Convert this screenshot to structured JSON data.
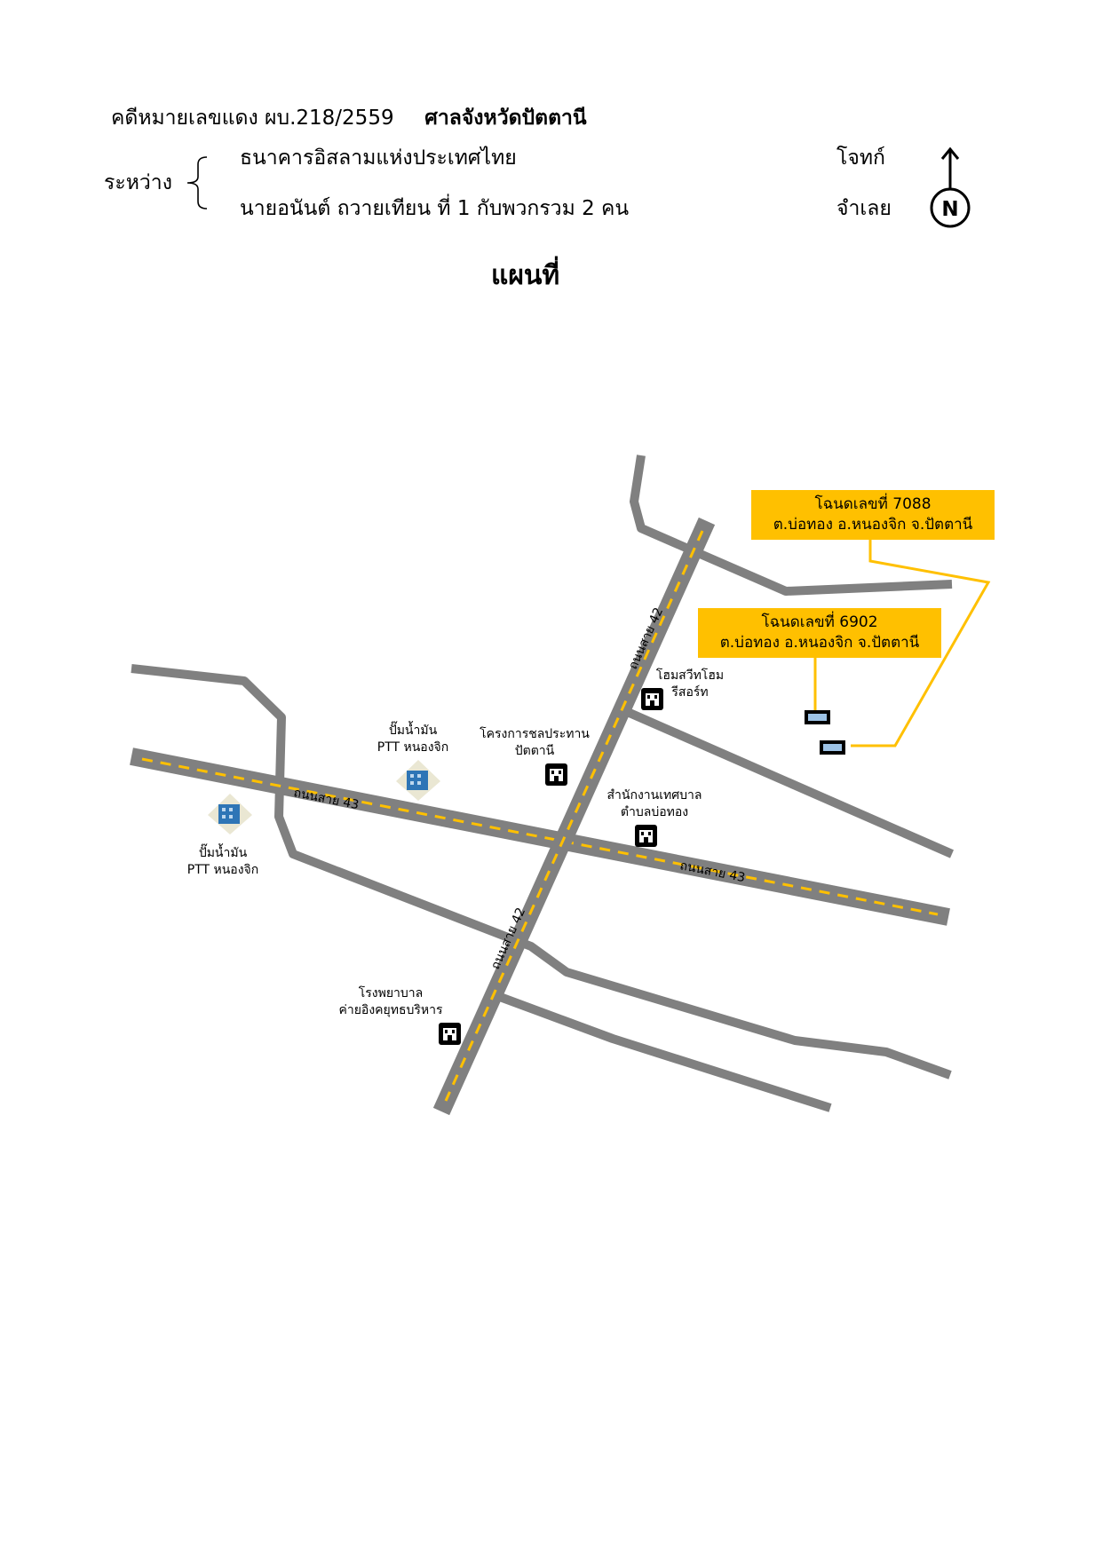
{
  "header": {
    "case_no": "คดีหมายเลขแดง ผบ.218/2559",
    "court": "ศาลจังหวัดปัตตานี",
    "between": "ระหว่าง",
    "plaintiff": "ธนาคารอิสลามแห่งประเทศไทย",
    "plaintiff_role": "โจทก์",
    "defendant": "นายอนันต์   ถวายเทียน ที่ 1 กับพวกรวม 2 คน",
    "defendant_role": "จำเลย"
  },
  "compass": {
    "label": "N"
  },
  "map_title": "แผนที่",
  "roads": {
    "r42_a": "ถนนสาย 42",
    "r42_b": "ถนนสาย 42",
    "r43_a": "ถนนสาย 43",
    "r43_b": "ถนนสาย 43"
  },
  "places": {
    "home": {
      "line1": "โฮมสวีทโฮม",
      "line2": "รีสอร์ท"
    },
    "waterworks": {
      "line1": "โครงการชลประทาน",
      "line2": "ปัตตานี"
    },
    "ptt_center": {
      "line1": "ปั๊มน้ำมัน",
      "line2": "PTT หนองจิก"
    },
    "ptt_left": {
      "line1": "ปั๊มน้ำมัน",
      "line2": "PTT หนองจิก"
    },
    "municipal": {
      "line1": "สำนักงานเทศบาล",
      "line2": "ตำบลบ่อทอง"
    },
    "hospital": {
      "line1": "โรงพยาบาล",
      "line2": "ค่ายอิงคยุทธบริหาร"
    }
  },
  "deeds": {
    "deed_7088": {
      "line1": "โฉนดเลขที่ 7088",
      "line2": "ต.บ่อทอง อ.หนองจิก จ.ปัตตานี"
    },
    "deed_6902": {
      "line1": "โฉนดเลขที่ 6902",
      "line2": "ต.บ่อทอง อ.หนองจิก จ.ปัตตานี"
    }
  },
  "colors": {
    "road": "#808080",
    "center_line": "#FFC000",
    "callout": "#FFC000",
    "leader": "#FFC000",
    "marker_fill": "#9DC3E6",
    "building_blue": "#2E75B6"
  },
  "icons": {
    "compass": "north-arrow-icon",
    "landmark": "building-icon",
    "gas_station": "gas-station-icon",
    "plot_marker": "plot-marker-icon"
  }
}
